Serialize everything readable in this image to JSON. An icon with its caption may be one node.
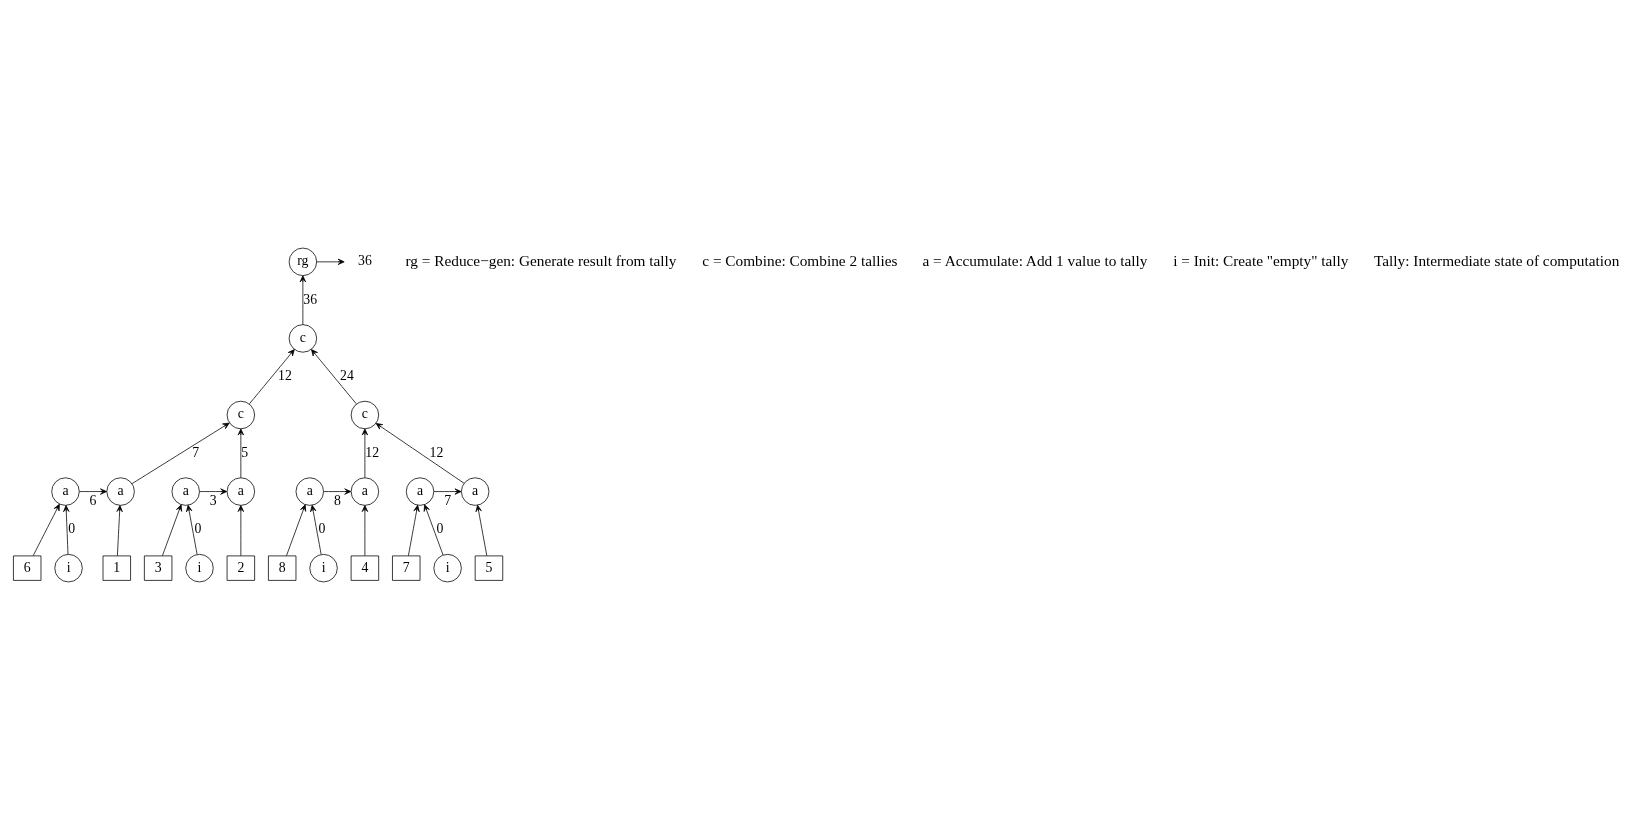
{
  "diagram": {
    "nodes": [
      {
        "text": [
          "36"
        ]
      },
      {
        "text": [
          "rg"
        ]
      },
      {
        "text": [
          "c"
        ]
      },
      {
        "text": [
          "c"
        ]
      },
      {
        "text": [
          "c"
        ]
      },
      {
        "text": [
          "a"
        ]
      },
      {
        "text": [
          "a"
        ]
      },
      {
        "text": [
          "a"
        ]
      },
      {
        "text": [
          "a"
        ]
      },
      {
        "text": [
          "a"
        ]
      },
      {
        "text": [
          "a"
        ]
      },
      {
        "text": [
          "a"
        ]
      },
      {
        "text": [
          "a"
        ]
      },
      {
        "text": [
          "i"
        ]
      },
      {
        "text": [
          "6"
        ]
      },
      {
        "text": [
          "1"
        ]
      },
      {
        "text": [
          "i"
        ]
      },
      {
        "text": [
          "3"
        ]
      },
      {
        "text": [
          "2"
        ]
      },
      {
        "text": [
          "i"
        ]
      },
      {
        "text": [
          "8"
        ]
      },
      {
        "text": [
          "4"
        ]
      },
      {
        "text": [
          "i"
        ]
      },
      {
        "text": [
          "7"
        ]
      },
      {
        "text": [
          "5"
        ]
      }
    ],
    "edges": [
      {
        "from": 1,
        "to": 0,
        "arrow": "to"
      },
      {
        "from": 2,
        "to": 1,
        "arrow": "to",
        "label": "36"
      },
      {
        "from": 3,
        "to": 2,
        "arrow": "to",
        "label": "12"
      },
      {
        "from": 4,
        "to": 2,
        "arrow": "to",
        "label": "24"
      },
      {
        "from": 6,
        "to": 3,
        "arrow": "to",
        "label": "7"
      },
      {
        "from": 8,
        "to": 3,
        "arrow": "to",
        "label": "5"
      },
      {
        "from": 10,
        "to": 4,
        "arrow": "to",
        "label": "12"
      },
      {
        "from": 12,
        "to": 4,
        "arrow": "to",
        "label": "12"
      },
      {
        "from": 5,
        "to": 6,
        "arrow": "to",
        "label": "6"
      },
      {
        "from": 7,
        "to": 8,
        "arrow": "to",
        "label": "3"
      },
      {
        "from": 9,
        "to": 10,
        "arrow": "to",
        "label": "8"
      },
      {
        "from": 11,
        "to": 12,
        "arrow": "to",
        "label": "7"
      },
      {
        "from": 13,
        "to": 5,
        "arrow": "to",
        "label": "0"
      },
      {
        "from": 14,
        "to": 5,
        "arrow": "to"
      },
      {
        "from": 15,
        "to": 6,
        "arrow": "to"
      },
      {
        "from": 16,
        "to": 7,
        "arrow": "to",
        "label": "0"
      },
      {
        "from": 17,
        "to": 7,
        "arrow": "to"
      },
      {
        "from": 18,
        "to": 8,
        "arrow": "to"
      },
      {
        "from": 19,
        "to": 9,
        "arrow": "to",
        "label": "0"
      },
      {
        "from": 20,
        "to": 9,
        "arrow": "to"
      },
      {
        "from": 21,
        "to": 10,
        "arrow": "to"
      },
      {
        "from": 22,
        "to": 11,
        "arrow": "to",
        "label": "0"
      },
      {
        "from": 23,
        "to": 11,
        "arrow": "to"
      },
      {
        "from": 24,
        "to": 12,
        "arrow": "to"
      }
    ],
    "labels": [
      "Tally: Intermediate state of computation",
      "i = Init: Create \"empty\" tally",
      "a = Accumulate: Add 1 value to tally",
      "c = Combine: Combine 2 tallies",
      "rg = Reduce−gen: Generate result from tally"
    ]
  }
}
